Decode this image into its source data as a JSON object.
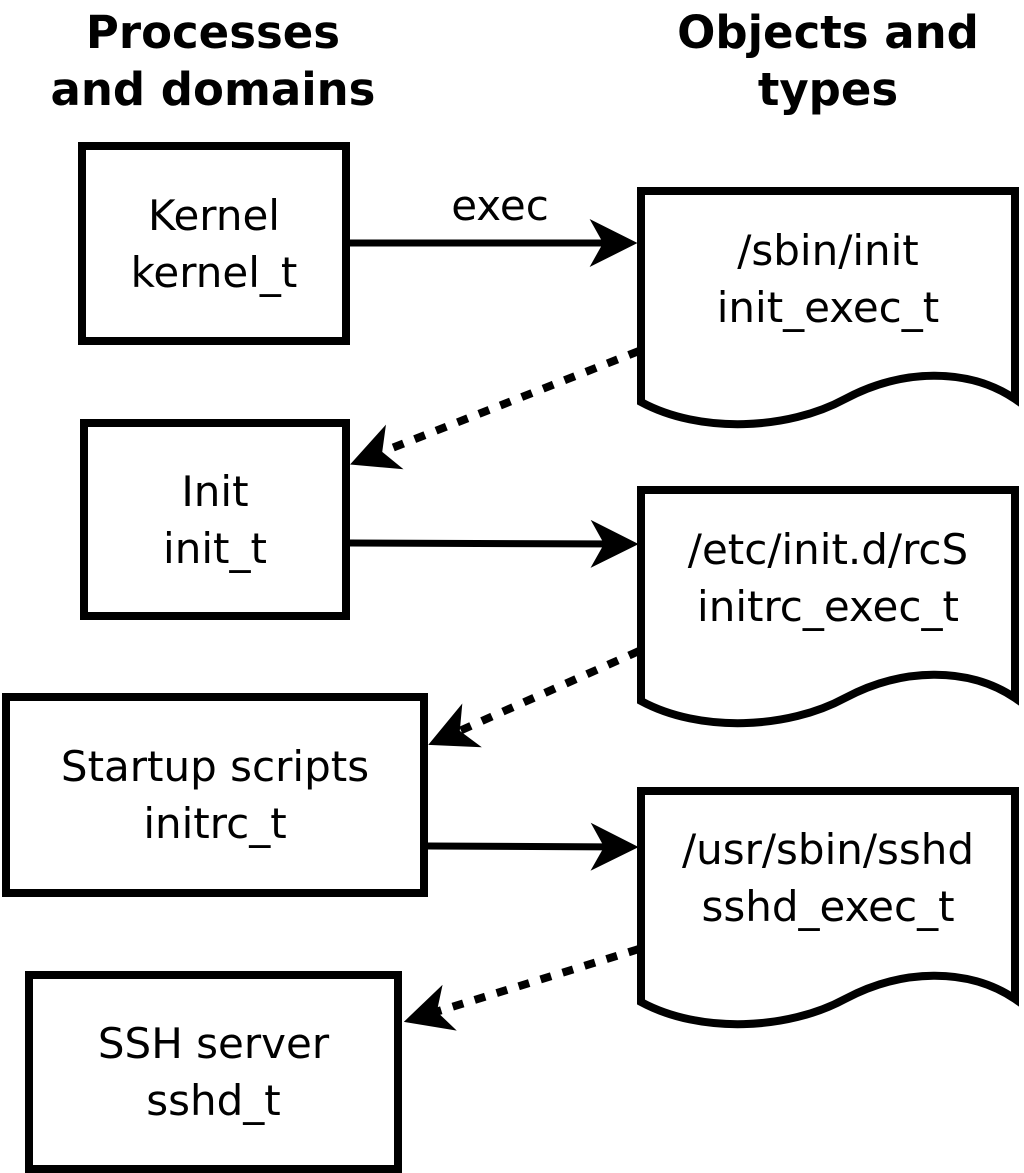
{
  "columns": {
    "left": {
      "line1": "Processes",
      "line2": "and domains"
    },
    "right": {
      "line1": "Objects and",
      "line2": "types"
    }
  },
  "processes": [
    {
      "label": "Kernel",
      "domain": "kernel_t"
    },
    {
      "label": "Init",
      "domain": "init_t"
    },
    {
      "label": "Startup scripts",
      "domain": "initrc_t"
    },
    {
      "label": "SSH server",
      "domain": "sshd_t"
    }
  ],
  "objects": [
    {
      "path": "/sbin/init",
      "type": "init_exec_t"
    },
    {
      "path": "/etc/init.d/rcS",
      "type": "initrc_exec_t"
    },
    {
      "path": "/usr/sbin/sshd",
      "type": "sshd_exec_t"
    }
  ],
  "edge_labels": {
    "exec": "exec"
  },
  "colors": {
    "ink": "#000000",
    "background": "#ffffff"
  }
}
